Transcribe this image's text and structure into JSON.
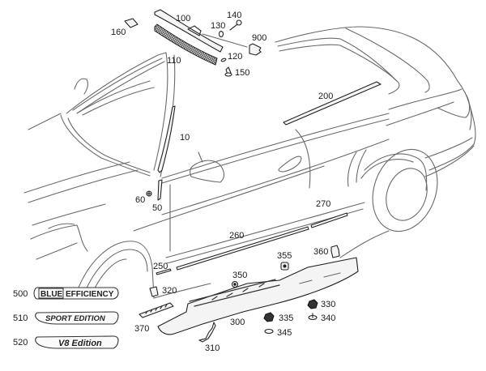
{
  "diagram": {
    "title": "Exterior trim parts diagram",
    "callouts": [
      {
        "id": "c10",
        "label": "10"
      },
      {
        "id": "c50",
        "label": "50"
      },
      {
        "id": "c60",
        "label": "60"
      },
      {
        "id": "c100",
        "label": "100"
      },
      {
        "id": "c110",
        "label": "110"
      },
      {
        "id": "c120",
        "label": "120"
      },
      {
        "id": "c130",
        "label": "130"
      },
      {
        "id": "c140",
        "label": "140"
      },
      {
        "id": "c150",
        "label": "150"
      },
      {
        "id": "c160",
        "label": "160"
      },
      {
        "id": "c200",
        "label": "200"
      },
      {
        "id": "c250",
        "label": "250"
      },
      {
        "id": "c260",
        "label": "260"
      },
      {
        "id": "c270",
        "label": "270"
      },
      {
        "id": "c300",
        "label": "300"
      },
      {
        "id": "c310",
        "label": "310"
      },
      {
        "id": "c320",
        "label": "320"
      },
      {
        "id": "c330",
        "label": "330"
      },
      {
        "id": "c335",
        "label": "335"
      },
      {
        "id": "c340",
        "label": "340"
      },
      {
        "id": "c345",
        "label": "345"
      },
      {
        "id": "c350",
        "label": "350"
      },
      {
        "id": "c355",
        "label": "355"
      },
      {
        "id": "c360",
        "label": "360"
      },
      {
        "id": "c370",
        "label": "370"
      },
      {
        "id": "c900",
        "label": "900"
      },
      {
        "id": "c500",
        "label": "500"
      },
      {
        "id": "c510",
        "label": "510"
      },
      {
        "id": "c520",
        "label": "520"
      }
    ],
    "badges": {
      "blue_efficiency": {
        "boxed": "BLUE",
        "rest": "EFFICIENCY"
      },
      "sport_edition": "SPORT EDITION",
      "v8_edition": "V8 Edition"
    }
  }
}
